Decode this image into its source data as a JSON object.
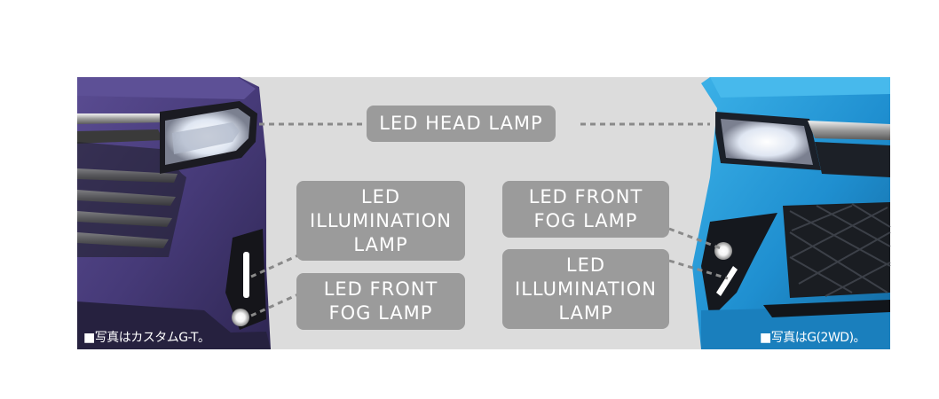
{
  "labels": {
    "head_lamp": "LED HEAD LAMP",
    "illumination_left": [
      "LED",
      "ILLUMINATION",
      "LAMP"
    ],
    "fog_left": [
      "LED FRONT",
      "FOG LAMP"
    ],
    "fog_right": [
      "LED FRONT",
      "FOG LAMP"
    ],
    "illumination_right": [
      "LED",
      "ILLUMINATION",
      "LAMP"
    ]
  },
  "captions": {
    "left": "■写真はカスタムG-T。",
    "right": "■写真はG(2WD)。"
  },
  "colors": {
    "background_panel": "#dcdcdc",
    "label_fill": "#9b9b9b",
    "label_text": "#ffffff",
    "left_car_body": "#4a3d7e",
    "right_car_body": "#1f8fd0",
    "leader_line": "#8a8a8a"
  }
}
